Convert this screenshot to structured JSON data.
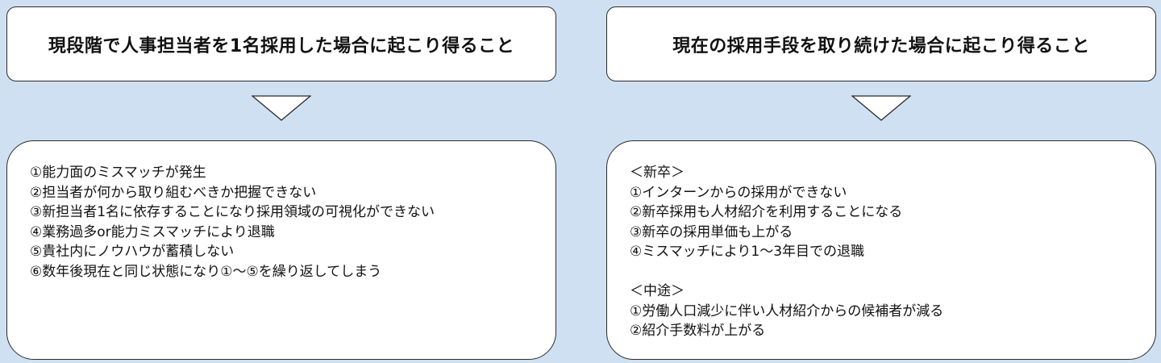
{
  "left": {
    "title": "現段階で人事担当者を1名採用した場合に起こり得ること",
    "items": [
      "①能力面のミスマッチが発生",
      "②担当者が何から取り組むべきか把握できない",
      "③新担当者1名に依存することになり採用領域の可視化ができない",
      "④業務過多or能力ミスマッチにより退職",
      "⑤貴社内にノウハウが蓄積しない",
      "⑥数年後現在と同じ状態になり①〜⑤を繰り返してしまう"
    ]
  },
  "right": {
    "title": "現在の採用手段を取り続けた場合に起こり得ること",
    "new_grad": {
      "heading": "＜新卒＞",
      "items": [
        "①インターンからの採用ができない",
        "②新卒採用も人材紹介を利用することになる",
        "③新卒の採用単価も上がる",
        "④ミスマッチにより1〜3年目での退職"
      ]
    },
    "mid_career": {
      "heading": "＜中途＞",
      "items": [
        "①労働人口減少に伴い人材紹介からの候補者が減る",
        "②紹介手数料が上がる"
      ]
    }
  }
}
